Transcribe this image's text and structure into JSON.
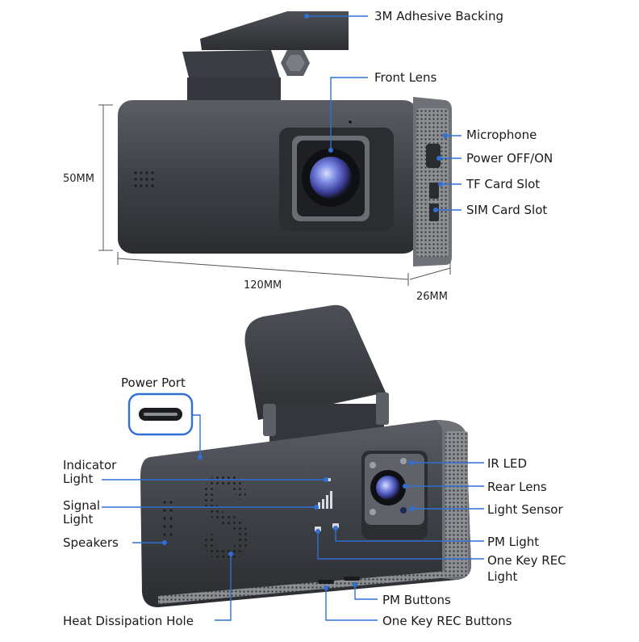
{
  "top_view": {
    "labels": {
      "adhesive": "3M Adhesive Backing",
      "front_lens": "Front Lens",
      "microphone": "Microphone",
      "power": "Power OFF/ON",
      "tf_card": "TF Card Slot",
      "sim_card": "SIM Card Slot"
    },
    "dimensions": {
      "height": "50MM",
      "width": "120MM",
      "depth": "26MM"
    }
  },
  "bottom_view": {
    "labels": {
      "power_port": "Power Port",
      "indicator_1": "Indicator",
      "indicator_2": "Light",
      "signal_1": "Signal",
      "signal_2": "Light",
      "speakers": "Speakers",
      "heat": "Heat Dissipation Hole",
      "ir_led": "IR LED",
      "rear_lens": "Rear Lens",
      "light_sensor": "Light Sensor",
      "pm_light": "PM Light",
      "rec_light_1": "One Key REC",
      "rec_light_2": "Light",
      "pm_buttons": "PM Buttons",
      "rec_buttons": "One Key REC Buttons"
    }
  },
  "colors": {
    "leader": "#2f6fd6",
    "body": "#3b3e44",
    "body_dark": "#24262a",
    "lens": "#5a6bd8"
  }
}
